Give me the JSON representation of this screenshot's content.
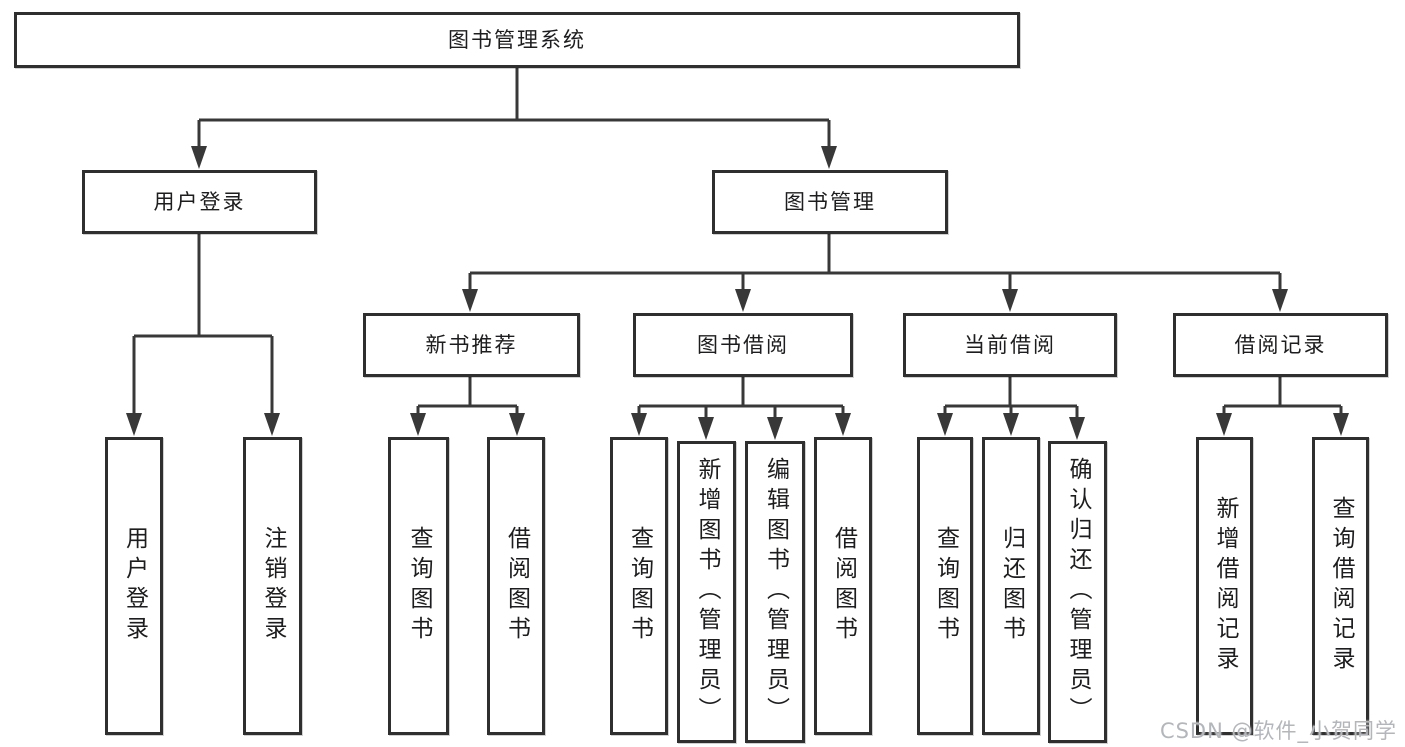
{
  "diagram": {
    "root": {
      "label": "图书管理系统"
    },
    "level2": {
      "user_login": {
        "label": "用户登录"
      },
      "book_management": {
        "label": "图书管理"
      }
    },
    "user_login_children": {
      "login": {
        "label": "用户登录"
      },
      "logout": {
        "label": "注销登录"
      }
    },
    "book_management_children": {
      "new_book_recommend": {
        "label": "新书推荐"
      },
      "book_borrow": {
        "label": "图书借阅"
      },
      "current_borrow": {
        "label": "当前借阅"
      },
      "borrow_records": {
        "label": "借阅记录"
      }
    },
    "new_book_recommend_children": {
      "query_books": {
        "label": "查询图书"
      },
      "borrow_books": {
        "label": "借阅图书"
      }
    },
    "book_borrow_children": {
      "query_books": {
        "label": "查询图书"
      },
      "add_books_admin": {
        "label": "新增图书（管理员）"
      },
      "edit_books_admin": {
        "label": "编辑图书（管理员）"
      },
      "borrow_books": {
        "label": "借阅图书"
      }
    },
    "current_borrow_children": {
      "query_books": {
        "label": "查询图书"
      },
      "return_books": {
        "label": "归还图书"
      },
      "confirm_return_admin": {
        "label": "确认归还（管理员）"
      }
    },
    "borrow_records_children": {
      "add_record": {
        "label": "新增借阅记录"
      },
      "query_record": {
        "label": "查询借阅记录"
      }
    }
  },
  "watermark": {
    "text": "CSDN @软件_小贺同学"
  },
  "colors": {
    "line": "#383838",
    "box_border": "#2f2f2f",
    "text": "#1d1d1f",
    "background": "#ffffff",
    "watermark": "#b3b6ba"
  }
}
